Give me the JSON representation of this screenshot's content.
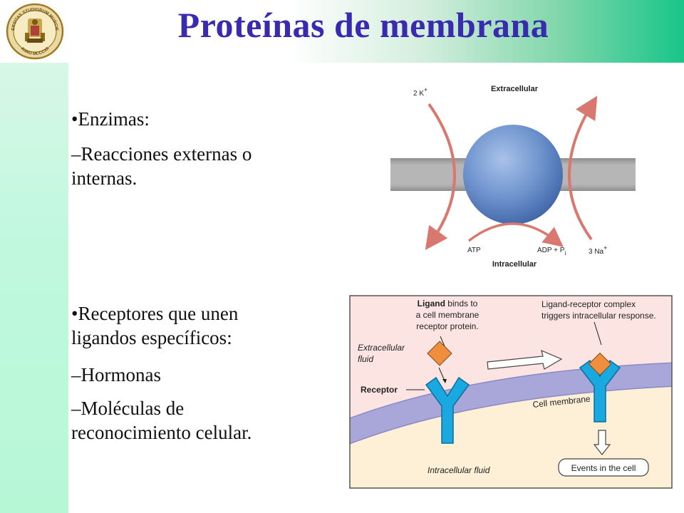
{
  "slide": {
    "title": "Proteínas de membrana"
  },
  "seal": {
    "ring_text_top": "UNIVERSITAS STUDIORUM MURCIENSIS",
    "ring_text_bottom": "ANNO MCCCXII"
  },
  "content": {
    "bullet1": "•Enzimas:",
    "sub1": "–Reacciones externas o internas.",
    "bullet2": "•Receptores que unen ligandos específicos:",
    "sub2": "–Hormonas",
    "sub3": "–Moléculas de reconocimiento celular."
  },
  "pump_figure": {
    "label_extracellular": "Extracellular",
    "label_intracellular": "Intracellular",
    "label_k": "2 K",
    "label_k_sup": "+",
    "label_na": "3 Na",
    "label_na_sup": "+",
    "label_atp": "ATP",
    "label_adp": "ADP + P",
    "label_adp_sub": "i"
  },
  "receptor_figure": {
    "ligand_line1_bold": "Ligand",
    "ligand_line1_rest": " binds to",
    "ligand_line2": "a cell membrane",
    "ligand_line3": "receptor protein.",
    "complex_line1": "Ligand-receptor complex",
    "complex_line2": "triggers intracellular response.",
    "extracellular_line1": "Extracellular",
    "extracellular_line2": "fluid",
    "receptor_label": "Receptor",
    "cell_membrane": "Cell membrane",
    "intracellular_fluid": "Intracellular fluid",
    "events_box": "Events in the cell"
  },
  "colors": {
    "title": "#3a2ab0",
    "membrane_gray": "#a9a9a9",
    "protein_blue": "#5f86c4",
    "arrow_red": "#d9786f",
    "receptor_blue": "#19a8df",
    "ligand_orange": "#ef8e3c",
    "membrane_purple": "#a8a4d8",
    "extracellular_pink": "#fbe3e3",
    "intracellular_cream": "#fcf0d8"
  }
}
